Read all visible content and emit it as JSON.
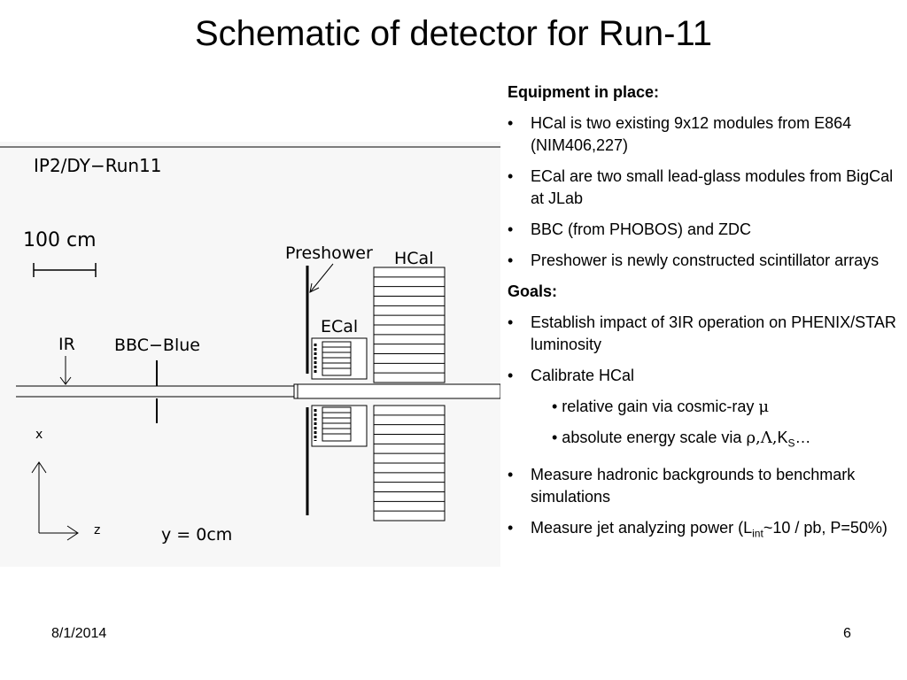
{
  "title": "Schematic of detector for Run-11",
  "schematic": {
    "label": "IP2/DY−Run11",
    "scale": "100 cm",
    "preshower": "Preshower",
    "hcal": "HCal",
    "ecal": "ECal",
    "ir": "IR",
    "bbc": "BBC−Blue",
    "axis_x": "x",
    "axis_z": "z",
    "y_plane": "y = 0cm"
  },
  "equipment": {
    "heading": "Equipment in place:",
    "items": [
      "HCal is two existing 9x12 modules from E864 (NIM406,227)",
      "ECal are two small lead-glass modules from BigCal at JLab",
      "BBC (from PHOBOS) and ZDC",
      "Preshower is newly constructed scintillator arrays"
    ]
  },
  "goals": {
    "heading": "Goals:",
    "item1": "Establish impact of 3IR operation on PHENIX/STAR luminosity",
    "item2": "Calibrate HCal",
    "sub1_text": "• relative gain via cosmic-ray ",
    "sub1_symbol": "μ",
    "sub2_text": "• absolute energy scale via ",
    "sub2_symbols": "ρ,Λ,",
    "sub2_k": "K",
    "sub2_k_sub": "S",
    "sub2_tail": "…",
    "item3": "Measure hadronic backgrounds to benchmark simulations",
    "item4_pre": "Measure jet analyzing power (L",
    "item4_sub": "int",
    "item4_post": "~10 / pb, P=50%)"
  },
  "bullet": "•",
  "footer": {
    "date": "8/1/2014",
    "page": "6"
  }
}
